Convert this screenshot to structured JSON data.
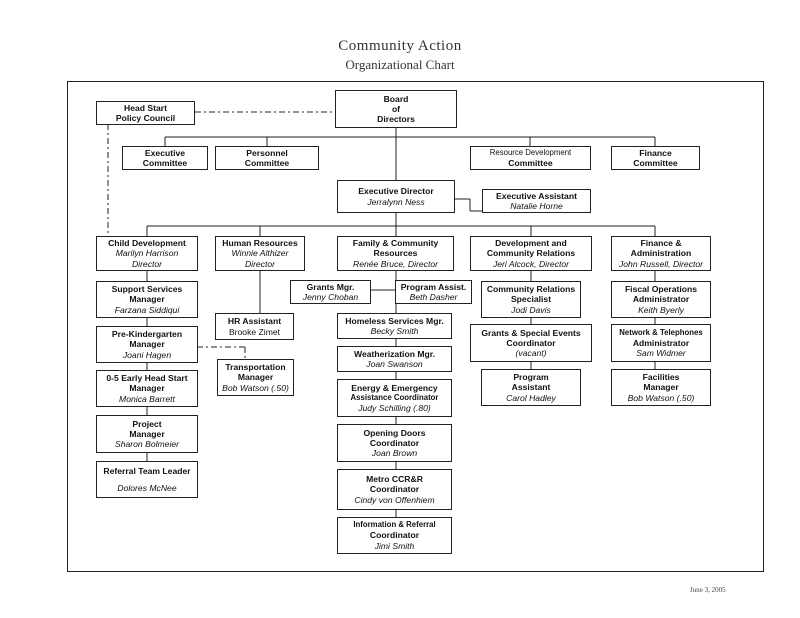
{
  "title": "Community Action",
  "subtitle": "Organizational Chart",
  "footer_date": "June 3, 2005",
  "boxes": {
    "board": {
      "l1": "Board",
      "l2": "of",
      "l3": "Directors"
    },
    "head_start": {
      "l1": "Head Start",
      "l2": "Policy Council"
    },
    "exec_committee": {
      "l1": "Executive",
      "l2": "Committee"
    },
    "personnel_committee": {
      "l1": "Personnel",
      "l2": "Committee"
    },
    "resource_dev_committee": {
      "l1": "Resource Development",
      "l2": "Committee"
    },
    "finance_committee": {
      "l1": "Finance",
      "l2": "Committee"
    },
    "exec_director": {
      "title": "Executive Director",
      "name": "Jerralynn Ness"
    },
    "exec_assistant": {
      "title": "Executive Assistant",
      "name": "Natalie Horne"
    },
    "child_dev": {
      "title": "Child Development",
      "name": "Marilyn Harrison",
      "role": "Director"
    },
    "human_res": {
      "title": "Human Resources",
      "name": "Winnie Althizer",
      "role": "Director"
    },
    "family_comm": {
      "title1": "Family & Community",
      "title2": "Resources",
      "name": "Renée Bruce, Director"
    },
    "dev_comm": {
      "title1": "Development and",
      "title2": "Community Relations",
      "name": "Jeri Alcock, Director"
    },
    "finance_admin": {
      "title1": "Finance &",
      "title2": "Administration",
      "name": "John Russell, Director"
    },
    "support_services": {
      "title1": "Support Services",
      "title2": "Manager",
      "name": "Farzana Siddiqui"
    },
    "pre_k": {
      "title1": "Pre-Kindergarten",
      "title2": "Manager",
      "name": "Joani Hagen"
    },
    "early_head_start": {
      "title1": "0-5 Early Head Start",
      "title2": "Manager",
      "name": "Monica Barrett"
    },
    "project_manager": {
      "title1": "Project",
      "title2": "Manager",
      "name": "Sharon Bolmeier"
    },
    "referral_team": {
      "title": "Referral Team Leader",
      "name": "Dolores McNee"
    },
    "hr_assistant": {
      "title": "HR Assistant",
      "name": "Brooke Zimet"
    },
    "transportation": {
      "title1": "Transportation",
      "title2": "Manager",
      "name": "Bob Watson (.50)"
    },
    "grants_mgr": {
      "title": "Grants Mgr.",
      "name": "Jenny Choban"
    },
    "program_assist": {
      "title": "Program Assist.",
      "name": "Beth Dasher"
    },
    "homeless": {
      "title": "Homeless Services Mgr.",
      "name": "Becky Smith"
    },
    "weatherization": {
      "title": "Weatherization Mgr.",
      "name": "Joan Swanson"
    },
    "energy": {
      "title1": "Energy & Emergency",
      "title2": "Assistance Coordinator",
      "name": "Judy Schilling (.80)"
    },
    "opening_doors": {
      "title1": "Opening Doors",
      "title2": "Coordinator",
      "name": "Joan Brown"
    },
    "metro": {
      "title1": "Metro CCR&R",
      "title2": "Coordinator",
      "name": "Cindy von Offenhiem"
    },
    "info_referral": {
      "title1": "Information & Referral",
      "title2": "Coordinator",
      "name": "Jimi Smith"
    },
    "comm_rel_spec": {
      "title1": "Community Relations",
      "title2": "Specialist",
      "name": "Jodi Davis"
    },
    "grants_events": {
      "title1": "Grants & Special Events",
      "title2": "Coordinator",
      "name": "(vacant)"
    },
    "program_assistant": {
      "title1": "Program",
      "title2": "Assistant",
      "name": "Carol Hadley"
    },
    "fiscal_ops": {
      "title1": "Fiscal Operations",
      "title2": "Administrator",
      "name": "Keith Byerly"
    },
    "network": {
      "title1": "Network & Telephones",
      "title2": "Administrator",
      "name": "Sam Widmer"
    },
    "facilities": {
      "title1": "Facilities",
      "title2": "Manager",
      "name": "Bob Watson (.50)"
    }
  }
}
